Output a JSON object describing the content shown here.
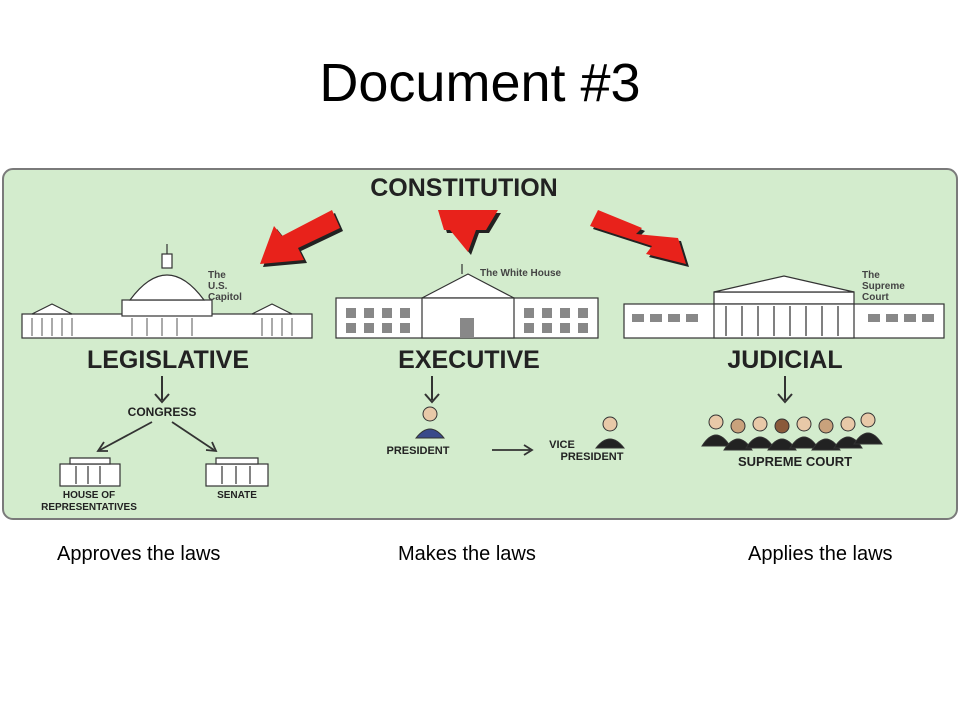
{
  "slide": {
    "title": "Document #3"
  },
  "diagram": {
    "top": "CONSTITUTION",
    "branches": [
      {
        "name": "LEGISLATIVE",
        "building": "The U.S. Capitol",
        "building_lines": [
          "The",
          "U.S.",
          "Capitol"
        ],
        "body": "CONGRESS",
        "houses": [
          "HOUSE OF",
          "REPRESENTATIVES",
          "SENATE"
        ]
      },
      {
        "name": "EXECUTIVE",
        "building": "The White House",
        "people": [
          "PRESIDENT",
          "VICE",
          "PRESIDENT"
        ]
      },
      {
        "name": "JUDICIAL",
        "building_lines": [
          "The",
          "Supreme",
          "Court"
        ],
        "body": "SUPREME COURT"
      }
    ]
  },
  "captions": {
    "legislative": "Approves the laws",
    "executive": "Makes the laws",
    "judicial": "Applies the laws"
  },
  "colors": {
    "panel_bg": "#d3eccd",
    "arrow": "#e8221b",
    "text": "#222222"
  }
}
